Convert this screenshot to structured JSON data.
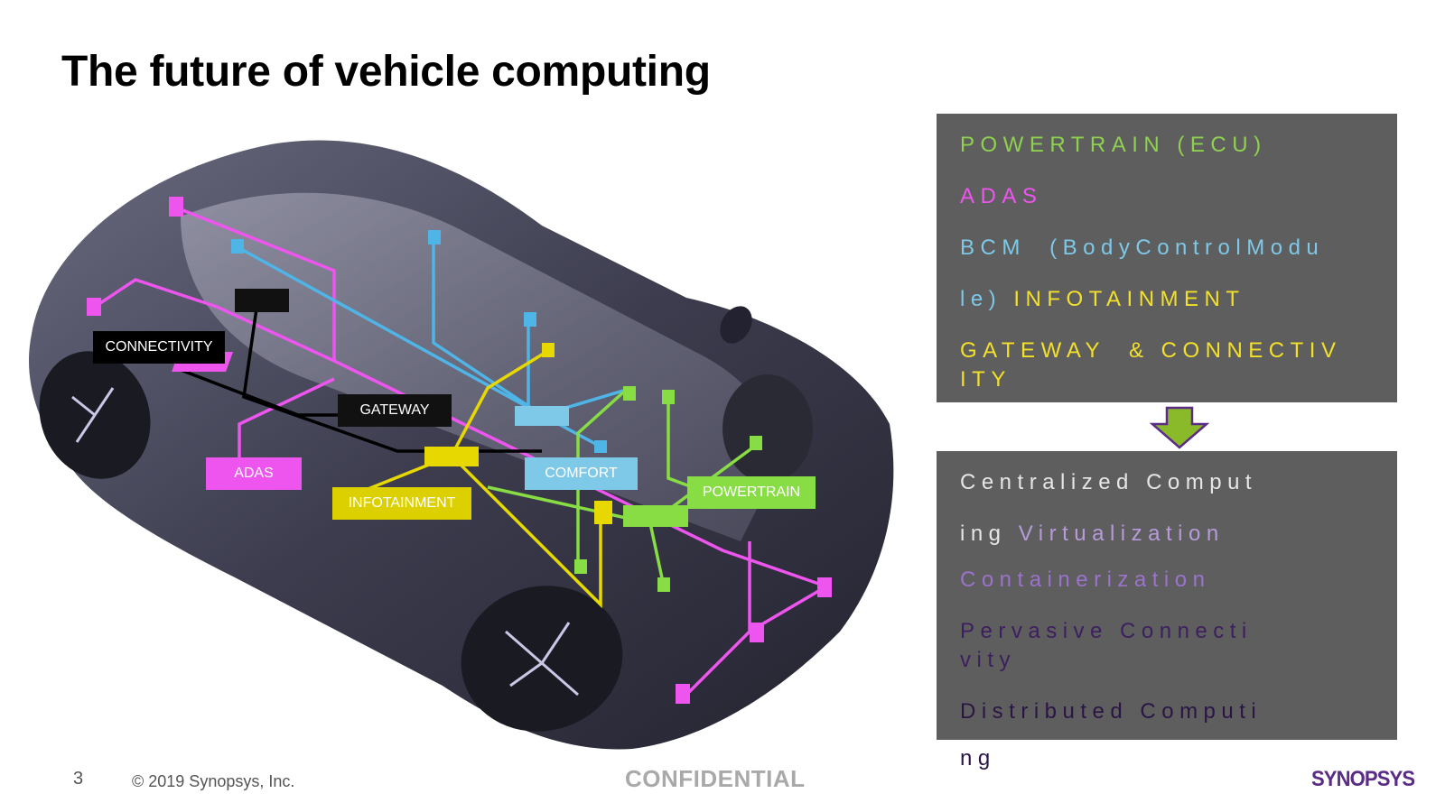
{
  "title": "The future of vehicle computing",
  "diagram": {
    "labels": {
      "connectivity": "CONNECTIVITY",
      "gateway": "GATEWAY",
      "adas": "ADAS",
      "infotainment": "INFOTAINMENT",
      "comfort": "COMFORT",
      "powertrain": "POWERTRAIN"
    },
    "colors": {
      "connectivity": "#000000",
      "gateway": "#111111",
      "adas": "#ee55ee",
      "infotainment": "#ddd000",
      "comfort": "#7ec8e8",
      "powertrain": "#88dd44"
    }
  },
  "panel_top": {
    "line1": "POWERTRAIN (ECU)",
    "line2": "ADAS",
    "line3": "BCM  (BodyControlModu",
    "line4a": "le)",
    "line4b": "INFOTAINMENT",
    "line5": "GATEWAY  & CONNECTIV",
    "line6": "ITY",
    "colors": {
      "powertrain": "#8fd14f",
      "adas": "#ee55ee",
      "bcm": "#7ec8e8",
      "infotainment": "#f3e02b",
      "gateway": "#f3e02b"
    }
  },
  "panel_bottom": {
    "line1": "Centralized Comput",
    "line2a": "ing",
    "line2b": "Virtualization",
    "line3": "Containerization",
    "line4": "Pervasive Connecti",
    "line5": "vity",
    "line6": "Distributed Computi",
    "line7": "ng",
    "colors": {
      "centralized": "#e6e6e6",
      "virtualization": "#b79bd9",
      "containerization": "#9a73cc",
      "pervasive": "#3c1f5e",
      "distributed": "#2a1545"
    }
  },
  "arrow_color": "#8ab92a",
  "footer": {
    "page_number": "3",
    "copyright": "© 2019 Synopsys, Inc.",
    "confidential": "CONFIDENTIAL",
    "logo": "SYNOPSYS"
  }
}
